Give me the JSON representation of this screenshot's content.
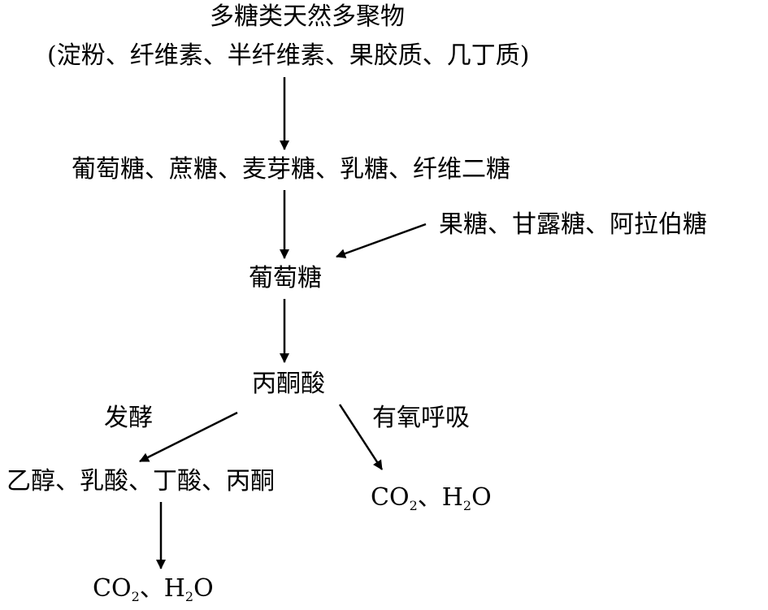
{
  "nodes": {
    "polysaccharide_title": "多糖类天然多聚物",
    "polysaccharide_examples": "(淀粉、纤维素、半纤维素、果胶质、几丁质)",
    "disaccharides": "葡萄糖、蔗糖、麦芽糖、乳糖、纤维二糖",
    "other_sugars": "果糖、甘露糖、阿拉伯糖",
    "glucose": "葡萄糖",
    "pyruvate": "丙酮酸",
    "fermentation_products": "乙醇、乳酸、丁酸、丙酮",
    "aerobic_products": {
      "co": "CO",
      "sub2": "2",
      "rest_h": "、H",
      "sub2b": "2",
      "o": "O"
    },
    "final_products": {
      "co": "CO",
      "sub2": "2",
      "rest_h": "、H",
      "sub2b": "2",
      "o": "O"
    }
  },
  "edge_labels": {
    "fermentation": "发酵",
    "aerobic_respiration": "有氧呼吸"
  }
}
